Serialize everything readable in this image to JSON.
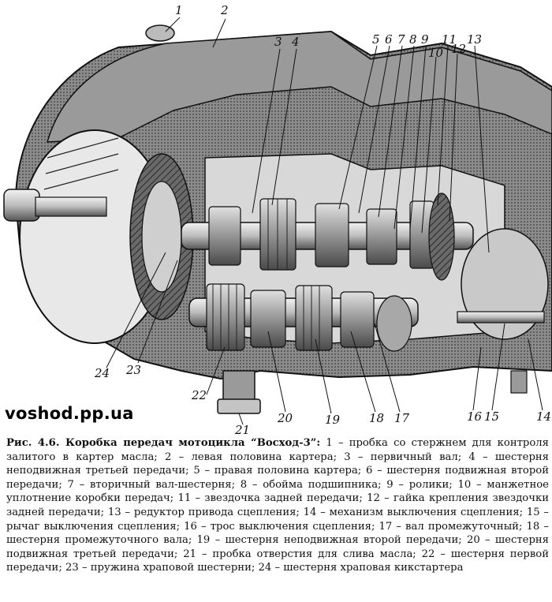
{
  "figure": {
    "callouts": [
      "1",
      "2",
      "3",
      "4",
      "5",
      "6",
      "7",
      "8",
      "9",
      "10",
      "11",
      "12",
      "13",
      "14",
      "15",
      "16",
      "17",
      "18",
      "19",
      "20",
      "21",
      "22",
      "23",
      "24"
    ]
  },
  "watermark": "voshod.pp.ua",
  "caption": {
    "lead": "Рис. 4.6. Коробка передач мотоцикла “Восход-3”:",
    "body": " 1 – пробка со стержнем для контроля залитого в картер масла; 2 – левая половина картера; 3 – первичный вал; 4 – шестерня неподвижная третьей передачи; 5 – правая половина картера; 6 – шестерня подвижная второй передачи; 7 – вторичный вал-шестерня; 8 – обойма подшипника; 9 – ролики; 10 – манжетное уплотнение коробки передач; 11 – звездочка задней передачи; 12 – гайка крепления звездочки задней передачи; 13 – редуктор привода сцепления; 14 – механизм выключения сцепления; 15 – рычаг выключения сцепления; 16 – трос выключения сцепления; 17 – вал промежуточный; 18 – шестерня промежуточного вала; 19 – шестерня неподвижная второй передачи; 20 – шестерня подвижная третьей передачи; 21 – пробка отверстия для слива масла; 22 – шестерня первой передачи; 23 – пружина храповой шестерни; 24 – шестерня храповая кикстартера"
  }
}
